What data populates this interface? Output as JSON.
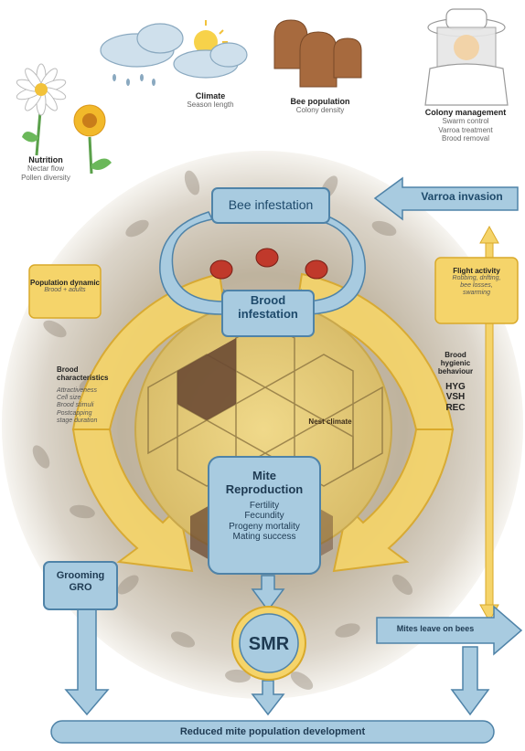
{
  "factors": {
    "nutrition": {
      "title": "Nutrition",
      "lines": [
        "Nectar flow",
        "Pollen diversity"
      ]
    },
    "climate": {
      "title": "Climate",
      "lines": [
        "Season length"
      ]
    },
    "bee_population": {
      "title": "Bee population",
      "lines": [
        "Colony density"
      ]
    },
    "colony_management": {
      "title": "Colony management",
      "lines": [
        "Swarm control",
        "Varroa treatment",
        "Brood removal"
      ]
    }
  },
  "boxes": {
    "bee_infestation": "Bee infestation",
    "varroa_invasion": "Varroa invasion",
    "brood_infestation": [
      "Brood",
      "infestation"
    ],
    "population_dynamic": {
      "title": "Population dynamic",
      "sub": "Brood + adults"
    },
    "flight_activity": {
      "title": "Flight activity",
      "lines": [
        "Robbing, drifting,",
        "bee losses,",
        "swarming"
      ]
    },
    "brood_characteristics": {
      "title": [
        "Brood",
        "characteristics"
      ],
      "lines": [
        "Attractiveness",
        "Cell size",
        "Brood stimuli",
        "Postcapping",
        "stage duration"
      ]
    },
    "brood_hygienic": {
      "title": [
        "Brood",
        "hygienic",
        "behaviour"
      ],
      "codes": [
        "HYG",
        "VSH",
        "REC"
      ]
    },
    "nest_climate": "Nest climate",
    "mite_reproduction": {
      "title": [
        "Mite",
        "Reproduction"
      ],
      "lines": [
        "Fertility",
        "Fecundity",
        "Progeny mortality",
        "Mating success"
      ]
    },
    "grooming": [
      "Grooming",
      "GRO"
    ],
    "smr": "SMR",
    "mites_leave": "Mites leave on bees",
    "reduced": "Reduced mite population development"
  },
  "colors": {
    "blue_fill": "#a8cbe0",
    "blue_stroke": "#4f83a8",
    "yellow_fill": "#f5d46a",
    "yellow_stroke": "#d9a92a",
    "brown": "#6b4a33",
    "mite": "#c0392b"
  }
}
